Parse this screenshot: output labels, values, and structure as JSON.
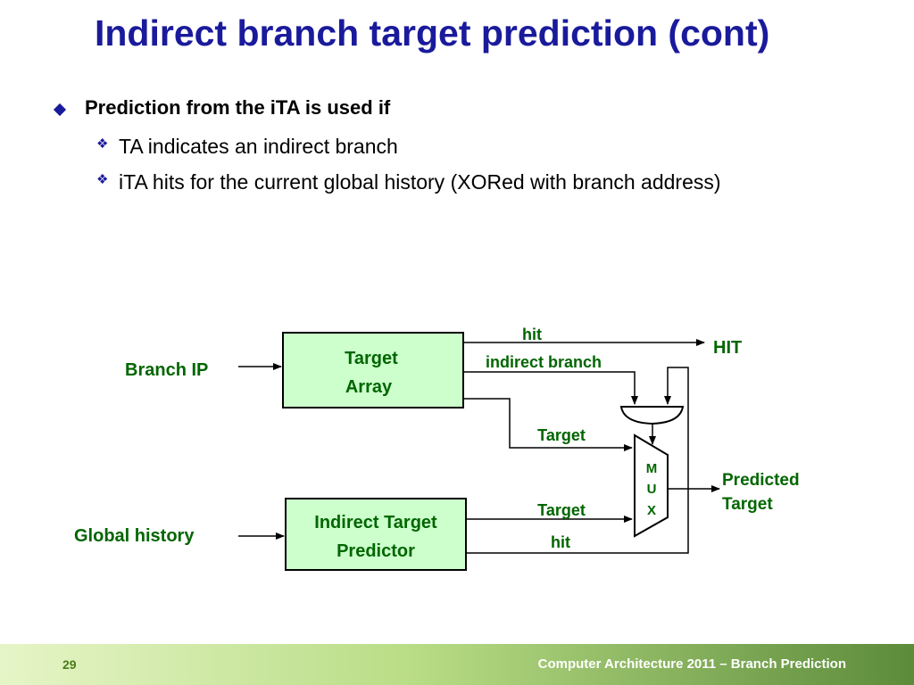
{
  "slide": {
    "title": "Indirect branch target prediction (cont)",
    "bullet_main": "Prediction from the iTA is used if",
    "sub_bullets": [
      "TA indicates an indirect branch",
      "iTA hits for the current global history (XORed with branch address)"
    ],
    "sub_bullet_icon": "diamond-star-icon",
    "bullet_icon": "diamond-icon"
  },
  "diagram": {
    "branch_ip": "Branch IP",
    "global_history": "Global history",
    "target_array_line1": "Target",
    "target_array_line2": "Array",
    "itp_line1": "Indirect Target",
    "itp_line2": "Predictor",
    "hit_top": "hit",
    "indirect_branch": "indirect branch",
    "hit_out": "HIT",
    "target_top": "Target",
    "target_bottom": "Target",
    "hit_bottom": "hit",
    "mux_m": "M",
    "mux_u": "U",
    "mux_x": "X",
    "predicted_line1": "Predicted",
    "predicted_line2": "Target"
  },
  "footer": {
    "page_number": "29",
    "course": "Computer Architecture 2011 – Branch Prediction"
  },
  "colors": {
    "title": "#1a1a9c",
    "label_green": "#006600",
    "box_fill": "#ccffcc"
  }
}
